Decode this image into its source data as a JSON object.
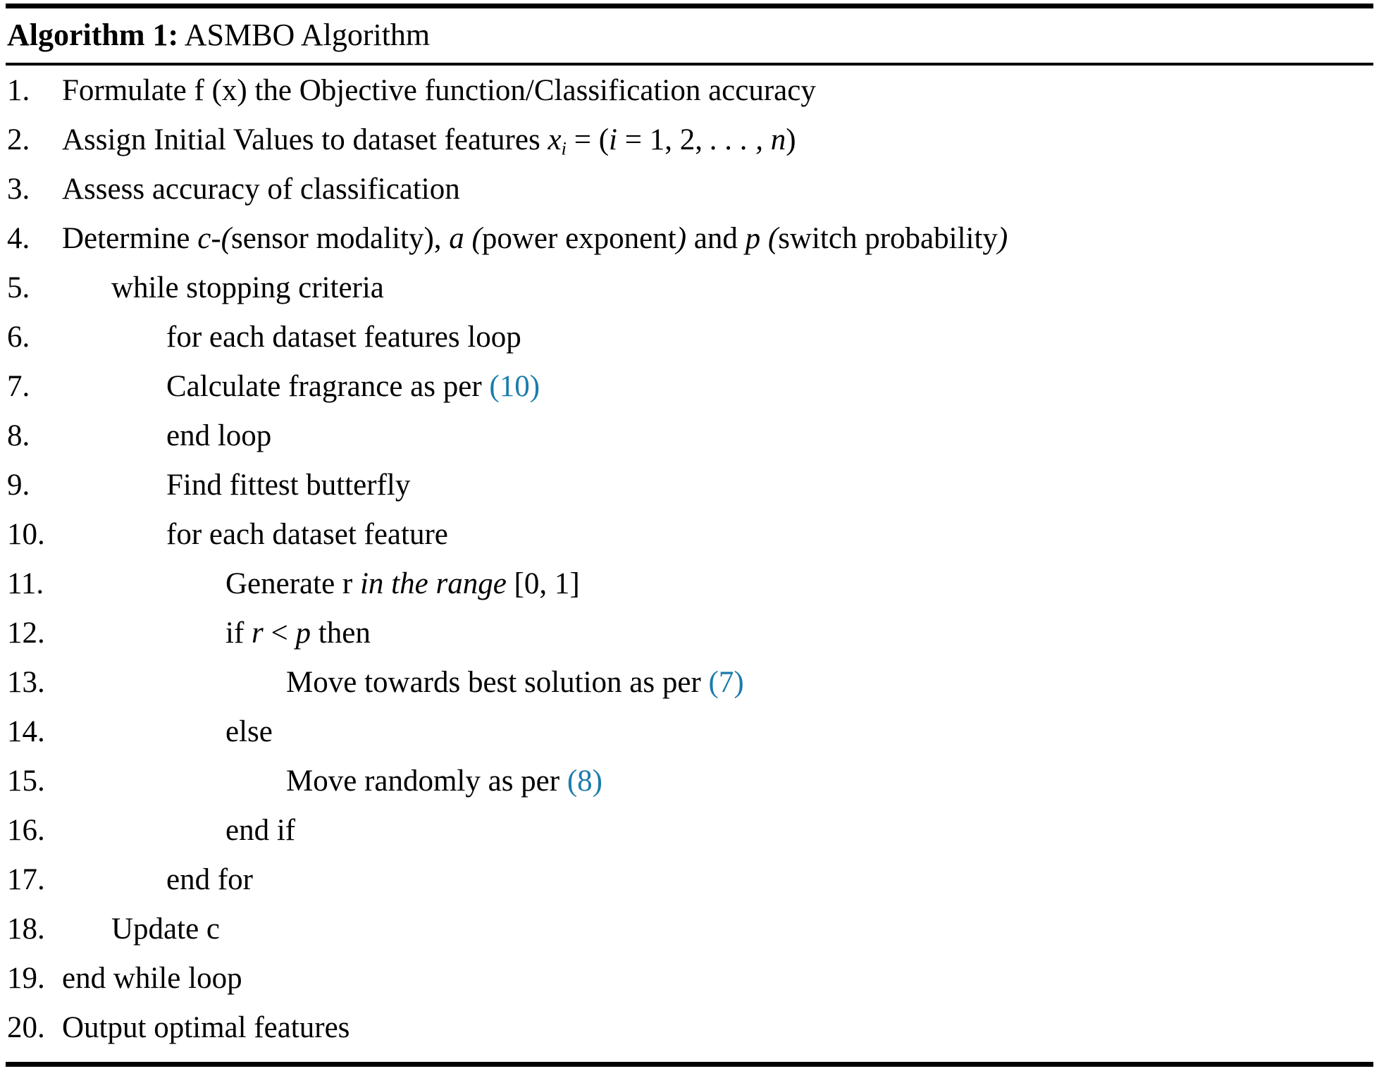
{
  "algorithm": {
    "header": {
      "label": "Algorithm 1:",
      "title": "ASMBO Algorithm"
    },
    "link_color": "#1a7cac",
    "steps": [
      {
        "num": "1.",
        "indent": 0,
        "text": "Formulate f (x) the Objective function/Classification accuracy"
      },
      {
        "num": "2.",
        "indent": 0,
        "text": "Assign Initial Values to dataset features xi = (i = 1, 2, . . . , n)"
      },
      {
        "num": "3.",
        "indent": 0,
        "text": "Assess accuracy of classification"
      },
      {
        "num": "4.",
        "indent": 0,
        "text": "Determine c-(sensor modality), a (power exponent) and p (switch probability)"
      },
      {
        "num": "5.",
        "indent": 1,
        "text": "while stopping criteria"
      },
      {
        "num": "6.",
        "indent": 2,
        "text": "for each dataset features loop"
      },
      {
        "num": "7.",
        "indent": 2,
        "text": "Calculate fragrance as per (10)",
        "ref": "(10)"
      },
      {
        "num": "8.",
        "indent": 2,
        "text": "end loop"
      },
      {
        "num": "9.",
        "indent": 2,
        "text": "Find fittest butterfly"
      },
      {
        "num": "10.",
        "indent": 2,
        "text": "for each dataset feature"
      },
      {
        "num": "11.",
        "indent": 3,
        "text": "Generate r in the range [0, 1]"
      },
      {
        "num": "12.",
        "indent": 3,
        "text": "if r < p then"
      },
      {
        "num": "13.",
        "indent": 4,
        "text": "Move towards best solution as per (7)",
        "ref": "(7)"
      },
      {
        "num": "14.",
        "indent": 3,
        "text": "else"
      },
      {
        "num": "15.",
        "indent": 4,
        "text": "Move randomly as per (8)",
        "ref": "(8)"
      },
      {
        "num": "16.",
        "indent": 3,
        "text": "end if"
      },
      {
        "num": "17.",
        "indent": 2,
        "text": "end for"
      },
      {
        "num": "18.",
        "indent": 1,
        "text": "Update c"
      },
      {
        "num": "19.",
        "indent": 0,
        "text": "end while loop"
      },
      {
        "num": "20.",
        "indent": 0,
        "text": "Output optimal features"
      }
    ],
    "step_fragments": {
      "s1": [
        {
          "t": "Formulate f (x) the Objective function/Classification accuracy",
          "s": "r"
        }
      ],
      "s2": [
        {
          "t": "Assign Initial Values to dataset features ",
          "s": "r"
        },
        {
          "t": "x",
          "s": "i"
        },
        {
          "t": "i",
          "s": "sub"
        },
        {
          "t": " = (",
          "s": "r"
        },
        {
          "t": "i",
          "s": "i"
        },
        {
          "t": " = 1, 2, ",
          "s": "r"
        },
        {
          "t": ". . . ,",
          "s": "i"
        },
        {
          "t": " ",
          "s": "r"
        },
        {
          "t": "n",
          "s": "i"
        },
        {
          "t": ")",
          "s": "r"
        }
      ],
      "s3": [
        {
          "t": "Assess accuracy of classification",
          "s": "r"
        }
      ],
      "s4": [
        {
          "t": "Determine ",
          "s": "r"
        },
        {
          "t": "c-(",
          "s": "i"
        },
        {
          "t": "sensor modality), ",
          "s": "r"
        },
        {
          "t": "a (",
          "s": "i"
        },
        {
          "t": "power exponent",
          "s": "r"
        },
        {
          "t": ")",
          "s": "i"
        },
        {
          "t": " and ",
          "s": "r"
        },
        {
          "t": "p (",
          "s": "i"
        },
        {
          "t": "switch probability",
          "s": "r"
        },
        {
          "t": ")",
          "s": "i"
        }
      ],
      "s5": [
        {
          "t": "while stopping criteria",
          "s": "r"
        }
      ],
      "s6": [
        {
          "t": "for each dataset features loop",
          "s": "r"
        }
      ],
      "s7": [
        {
          "t": "Calculate fragrance as per ",
          "s": "r"
        },
        {
          "t": "(10)",
          "s": "ref"
        }
      ],
      "s8": [
        {
          "t": "end loop",
          "s": "r"
        }
      ],
      "s9": [
        {
          "t": "Find fittest butterfly",
          "s": "r"
        }
      ],
      "s10": [
        {
          "t": "for each dataset feature",
          "s": "r"
        }
      ],
      "s11": [
        {
          "t": "Generate r ",
          "s": "r"
        },
        {
          "t": "in the range",
          "s": "i"
        },
        {
          "t": " [0, 1]",
          "s": "r"
        }
      ],
      "s12": [
        {
          "t": "if ",
          "s": "r"
        },
        {
          "t": "r",
          "s": "i"
        },
        {
          "t": " < ",
          "s": "r"
        },
        {
          "t": "p",
          "s": "i"
        },
        {
          "t": " then",
          "s": "r"
        }
      ],
      "s13": [
        {
          "t": "Move towards best solution as per ",
          "s": "r"
        },
        {
          "t": "(7)",
          "s": "ref"
        }
      ],
      "s14": [
        {
          "t": "else",
          "s": "r"
        }
      ],
      "s15": [
        {
          "t": "Move randomly as per ",
          "s": "r"
        },
        {
          "t": "(8)",
          "s": "ref"
        }
      ],
      "s16": [
        {
          "t": "end if",
          "s": "r"
        }
      ],
      "s17": [
        {
          "t": "end for",
          "s": "r"
        }
      ],
      "s18": [
        {
          "t": "Update c",
          "s": "r"
        }
      ],
      "s19": [
        {
          "t": "end while loop",
          "s": "r"
        }
      ],
      "s20": [
        {
          "t": "Output optimal features",
          "s": "r"
        }
      ]
    }
  }
}
